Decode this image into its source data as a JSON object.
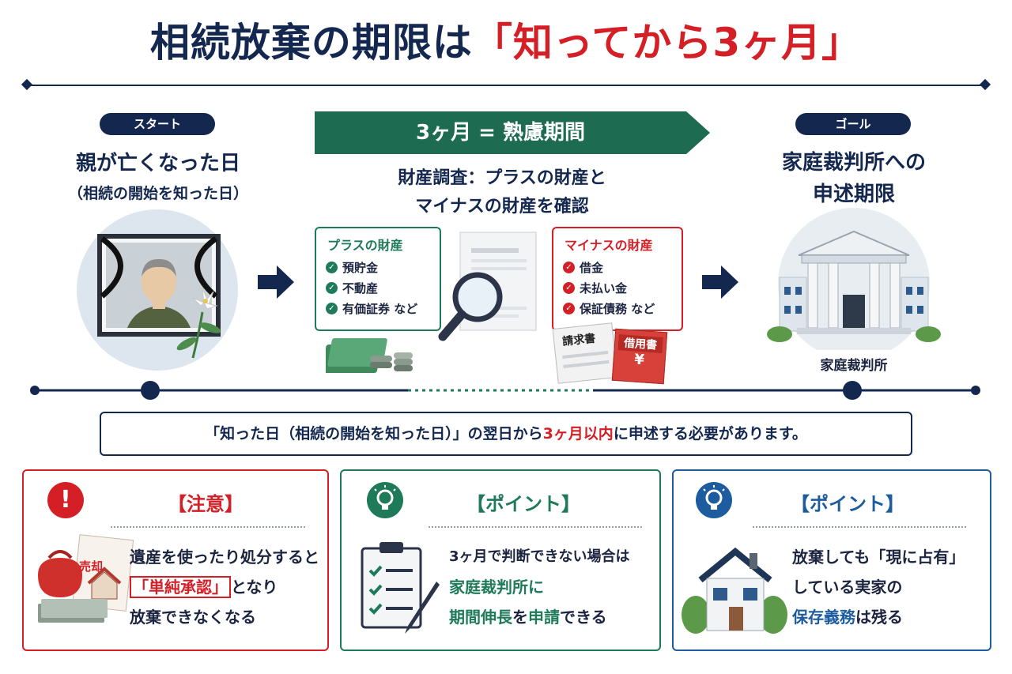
{
  "header": {
    "title_main": "相続放棄の期限は",
    "title_em": "「知ってから3ヶ月」"
  },
  "start": {
    "pill": "スタート",
    "title": "親が亡くなった日",
    "subtitle": "（相続の開始を知った日）"
  },
  "middle": {
    "banner": "3ヶ月 = 熟慮期間",
    "survey_line1": "財産調査：プラスの財産と",
    "survey_line2": "マイナスの財産を確認",
    "plus": {
      "title": "プラスの財産",
      "items": [
        "預貯金",
        "不動産",
        "有価証券 など"
      ]
    },
    "minus": {
      "title": "マイナスの財産",
      "items": [
        "借金",
        "未払い金",
        "保証債務 など"
      ]
    },
    "doc1": "請求書",
    "doc2": "借用書",
    "yen": "¥"
  },
  "goal": {
    "pill": "ゴール",
    "title_line1": "家庭裁判所への",
    "title_line2": "申述期限",
    "building_label": "家庭裁判所"
  },
  "note": {
    "before": "「知った日（相続の開始を知った日）」の翌日から",
    "em": "3ヶ月以内",
    "after": "に申述する必要があります。"
  },
  "panels": {
    "caution": {
      "title": "【注意】",
      "line1": "遺産を使ったり処分すると",
      "em": "「単純承認」",
      "line2_rest": "となり",
      "line3": "放棄できなくなる",
      "sold_label": "売却",
      "mark": "!"
    },
    "point1": {
      "title": "【ポイント】",
      "line1": "3ヶ月で判断できない場合は",
      "line2": "家庭裁判所に",
      "line3_em": "期間伸長",
      "line3_mid": "を",
      "line3_em2": "申請",
      "line3_rest": "できる"
    },
    "point2": {
      "title": "【ポイント】",
      "line1": "放棄しても「現に占有」",
      "line2": "している実家の",
      "line3_em": "保存義務",
      "line3_rest": "は残る"
    }
  },
  "colors": {
    "navy": "#14284f",
    "red": "#d41f26",
    "green": "#1e7a58",
    "blue": "#1d5c9e"
  }
}
